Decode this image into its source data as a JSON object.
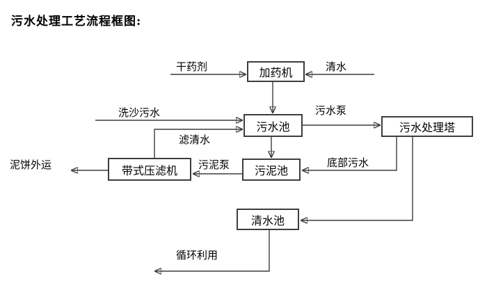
{
  "title": "污水处理工艺流程框图:",
  "diagram": {
    "nodes": {
      "dosing_machine": "加药机",
      "sewage_pool": "污水池",
      "treatment_tower": "污水处理塔",
      "sludge_pool": "污泥池",
      "belt_filter_press": "带式压滤机",
      "clean_water_pool": "清水池"
    },
    "labels": {
      "dry_agent": "干药剂",
      "clean_water": "清水",
      "sand_washing_sewage": "洗沙污水",
      "sewage_pump": "污水泵",
      "filtered_clean_water": "滤清水",
      "sludge_pump": "污泥泵",
      "mud_cake_out": "泥饼外运",
      "bottom_sewage": "底部污水",
      "recycle_use": "循环利用"
    },
    "colors": {
      "line": "#3d3d3d",
      "arrowhead": "#111111",
      "text": "#000000",
      "background": "#ffffff"
    }
  }
}
